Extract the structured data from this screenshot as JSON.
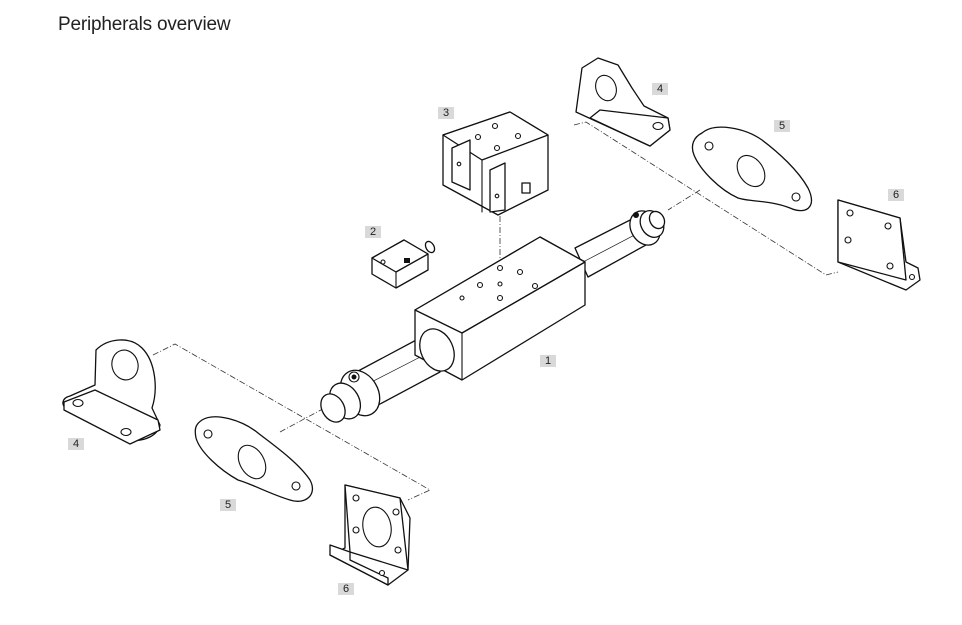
{
  "page": {
    "title": "Peripherals overview"
  },
  "callouts": {
    "c1": "1",
    "c2": "2",
    "c3": "3",
    "c4_right": "4",
    "c5_right": "5",
    "c6_right": "6",
    "c4_left": "4",
    "c5_left": "5",
    "c6_left": "6"
  }
}
